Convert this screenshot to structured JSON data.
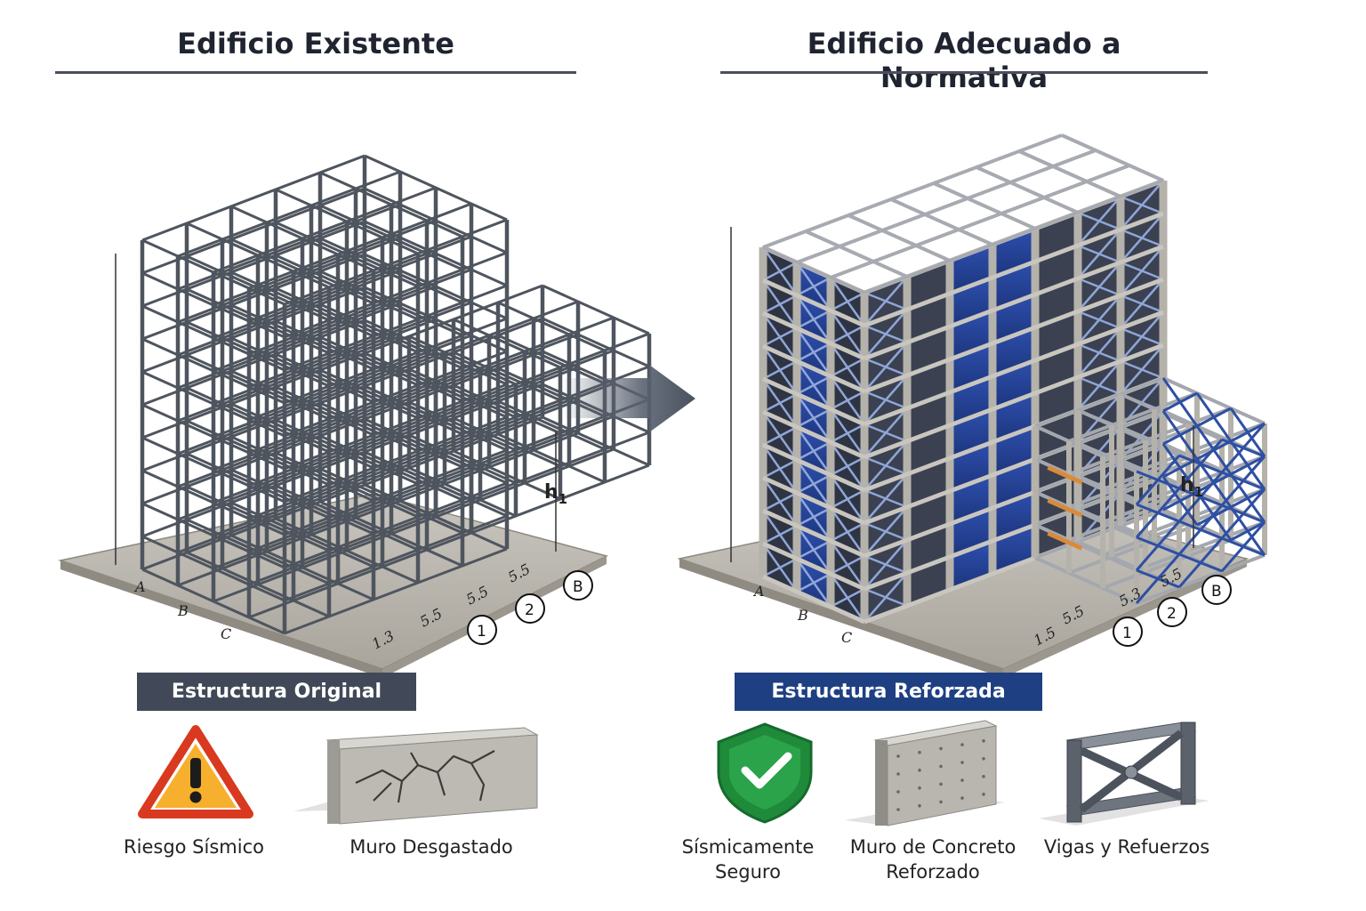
{
  "titles": {
    "left": "Edificio Existente",
    "right": "Edificio Adecuado a Normativa"
  },
  "banners": {
    "left": "Estructura Original",
    "right": "Estructura Reforzada"
  },
  "grid_labels": {
    "letters": [
      "A",
      "B",
      "C"
    ],
    "numbers": [
      "1",
      "2",
      "B"
    ],
    "height": "h",
    "height_sub": "1",
    "left_dims": [
      "1.3",
      "5.5",
      "5.5",
      "5.5"
    ],
    "right_dims": [
      "1.5",
      "5.5",
      "5.3",
      "5.5"
    ]
  },
  "icons": {
    "left": [
      {
        "name": "warning-icon",
        "label": "Riesgo Sísmico"
      },
      {
        "name": "cracked-wall-icon",
        "label": "Muro Desgastado"
      }
    ],
    "right": [
      {
        "name": "shield-check-icon",
        "label_lines": [
          "Sísmicamente",
          "Seguro"
        ]
      },
      {
        "name": "reinforced-wall-icon",
        "label_lines": [
          "Muro de Concreto",
          "Reforzado"
        ]
      },
      {
        "name": "steel-brace-icon",
        "label": "Vigas y Refuerzos"
      }
    ]
  },
  "colors": {
    "original_banner": "#414958",
    "reinforced_banner": "#1e3f82",
    "warning": "#d9391f",
    "shield": "#1f8a3a"
  }
}
